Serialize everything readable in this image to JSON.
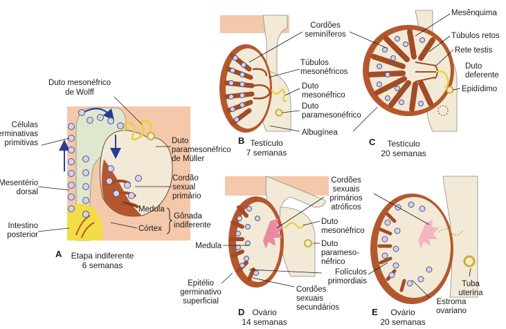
{
  "panel_a": {
    "letter": "A",
    "caption_1": "Etapa indiferente",
    "caption_2": "6 semanas",
    "labels": {
      "duto_wolff_1": "Duto mesonéfrico",
      "duto_wolff_2": "de Wolff",
      "celulas_1": "Células",
      "celulas_2": "germinativas",
      "celulas_3": "primitivas",
      "duto_muller_1": "Duto",
      "duto_muller_2": "paramesonéfrico",
      "duto_muller_3": "de Müller",
      "mesenterio_1": "Mesentério",
      "mesenterio_2": "dorsal",
      "cordao_1": "Cordão",
      "cordao_2": "sexual",
      "cordao_3": "primário",
      "medula": "Medula",
      "gonada_1": "Gônada",
      "gonada_2": "indiferente",
      "cortex": "Córtex",
      "intestino_1": "Intestino",
      "intestino_2": "posterior"
    }
  },
  "panel_b": {
    "letter": "B",
    "caption_1": "Testículo",
    "caption_2": "7 semanas"
  },
  "panel_c": {
    "letter": "C",
    "caption_1": "Testículo",
    "caption_2": "20 semanas"
  },
  "top_labels": {
    "cordoes_sem_1": "Cordões",
    "cordoes_sem_2": "seminíferos",
    "tubulos_meso_1": "Túbulos",
    "tubulos_meso_2": "mesonéfricos",
    "duto_meso_1": "Duto",
    "duto_meso_2": "mesonéfrico",
    "duto_parameso_1": "Duto",
    "duto_parameso_2": "paramesonéfrico",
    "albuginea": "Albugínea",
    "mesenquima": "Mesênquima",
    "tubulos_retos": "Túbulos retos",
    "rete_testis": "Rete testis",
    "duto_deferente_1": "Duto",
    "duto_deferente_2": "deferente",
    "epididimo": "Epidídimo"
  },
  "panel_d": {
    "letter": "D",
    "caption_1": "Ovário",
    "caption_2": "14 semanas",
    "labels": {
      "cordoes_atroficos_1": "Cordões",
      "cordoes_atroficos_2": "sexuais",
      "cordoes_atroficos_3": "primários",
      "cordoes_atroficos_4": "atróficos",
      "duto_meso_1": "Duto",
      "duto_meso_2": "mesonéfrico",
      "medula": "Medula",
      "duto_parameso_1": "Duto",
      "duto_parameso_2": "parameso-",
      "duto_parameso_3": "néfrico",
      "foliculos_1": "Folículos",
      "foliculos_2": "primordiais",
      "epitelio_1": "Epitélio",
      "epitelio_2": "germinativo",
      "epitelio_3": "superficial",
      "cordoes_sec_1": "Cordões",
      "cordoes_sec_2": "sexuais",
      "cordoes_sec_3": "secundários"
    }
  },
  "panel_e": {
    "letter": "E",
    "caption_1": "Ovário",
    "caption_2": "20 semanas",
    "labels": {
      "tuba_1": "Tuba",
      "tuba_2": "uterina",
      "estroma_1": "Estroma",
      "estroma_2": "ovariano"
    }
  },
  "colors": {
    "background": "#ffffff",
    "peach": "#f4c8aa",
    "tissue": "#f2ead7",
    "cortex_brown": "#b3582e",
    "cord_brown": "#a24c26",
    "cell_fill": "#d5d2ec",
    "cell_stroke": "#5b4f86",
    "duct_yellow": "#e8d43a",
    "pink": "#e98ba0",
    "arrow_blue": "#2b3a94",
    "mesentery": "#d9e7cf",
    "intestine_yellow": "#f2dc48"
  }
}
